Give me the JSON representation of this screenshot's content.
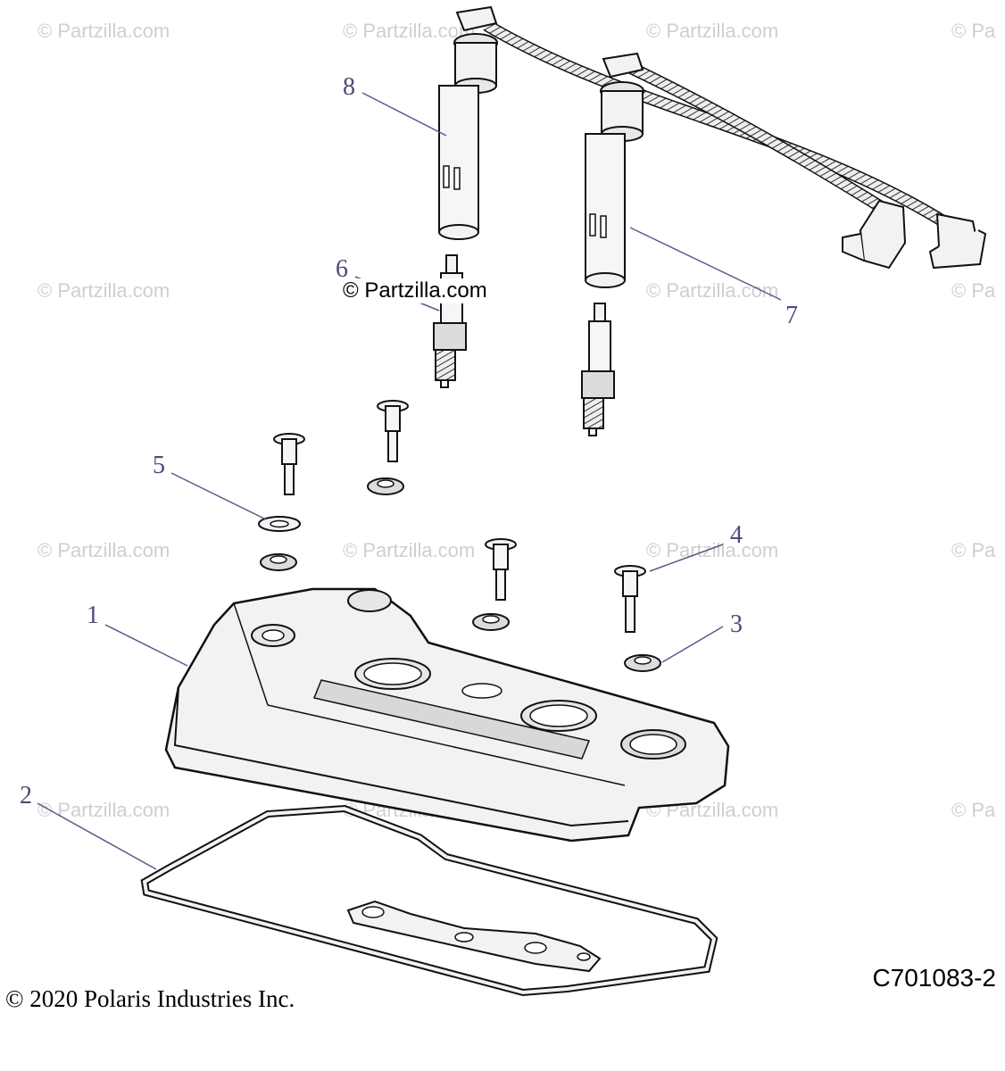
{
  "watermark": {
    "text": "© Partzilla.com",
    "partial_text": "© Pa",
    "center_text": "© Partzilla.com"
  },
  "callouts": {
    "c1": "1",
    "c2": "2",
    "c3": "3",
    "c4": "4",
    "c5": "5",
    "c6": "6",
    "c7": "7",
    "c8": "8"
  },
  "copyright": "© 2020 Polaris Industries Inc.",
  "part_number": "C701083-2",
  "colors": {
    "callout": "#4a4a7a",
    "leader": "#5a5a8a",
    "outline": "#111111",
    "fill_light": "#f2f2f2",
    "fill_mid": "#dcdcdc",
    "watermark": "#cfcfcf"
  }
}
